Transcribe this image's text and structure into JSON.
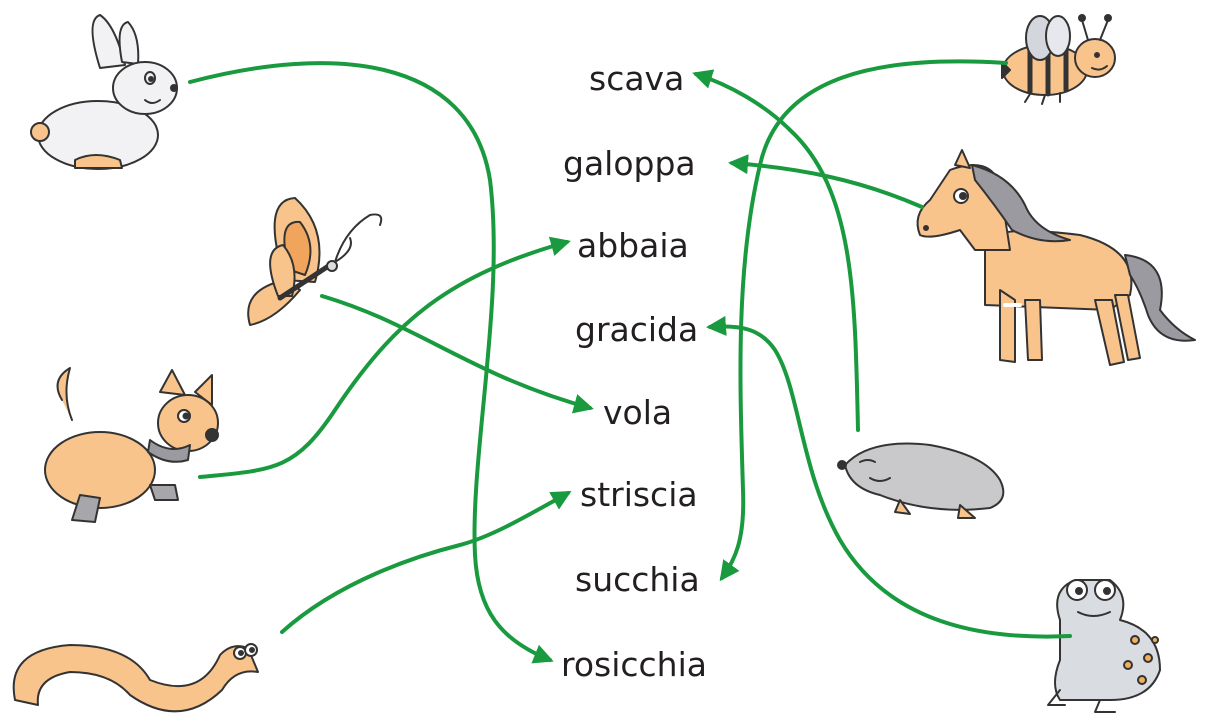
{
  "verbs": {
    "scava": "scava",
    "galoppa": "galoppa",
    "abbaia": "abbaia",
    "gracida": "gracida",
    "vola": "vola",
    "striscia": "striscia",
    "succhia": "succhia",
    "rosicchia": "rosicchia"
  },
  "animals": [
    "rabbit",
    "butterfly",
    "dog",
    "snake",
    "bee",
    "horse",
    "mole",
    "frog"
  ],
  "connections": [
    {
      "animal": "rabbit",
      "verb": "rosicchia"
    },
    {
      "animal": "butterfly",
      "verb": "vola"
    },
    {
      "animal": "dog",
      "verb": "abbaia"
    },
    {
      "animal": "snake",
      "verb": "striscia"
    },
    {
      "animal": "bee",
      "verb": "succhia"
    },
    {
      "animal": "horse",
      "verb": "galoppa"
    },
    {
      "animal": "mole",
      "verb": "scava"
    },
    {
      "animal": "frog",
      "verb": "gracida"
    }
  ],
  "colors": {
    "line": "#1a9a3e",
    "text": "#231f20",
    "animal_fill": "#f8c48c",
    "gray_fill": "#c9c9cc",
    "outline": "#333333"
  }
}
